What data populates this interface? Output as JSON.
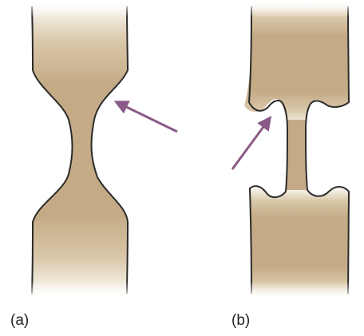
{
  "panels": [
    {
      "label": "(a)"
    },
    {
      "label": "(b)"
    }
  ],
  "colors": {
    "specimen_fill": "#c4ab86",
    "specimen_outline": "#2b2b2b",
    "arrow": "#8b5a87",
    "background": "#ffffff"
  },
  "icons": {
    "arrow_a": "arrow-pointing-to-neck",
    "arrow_b": "arrow-pointing-to-notch"
  }
}
